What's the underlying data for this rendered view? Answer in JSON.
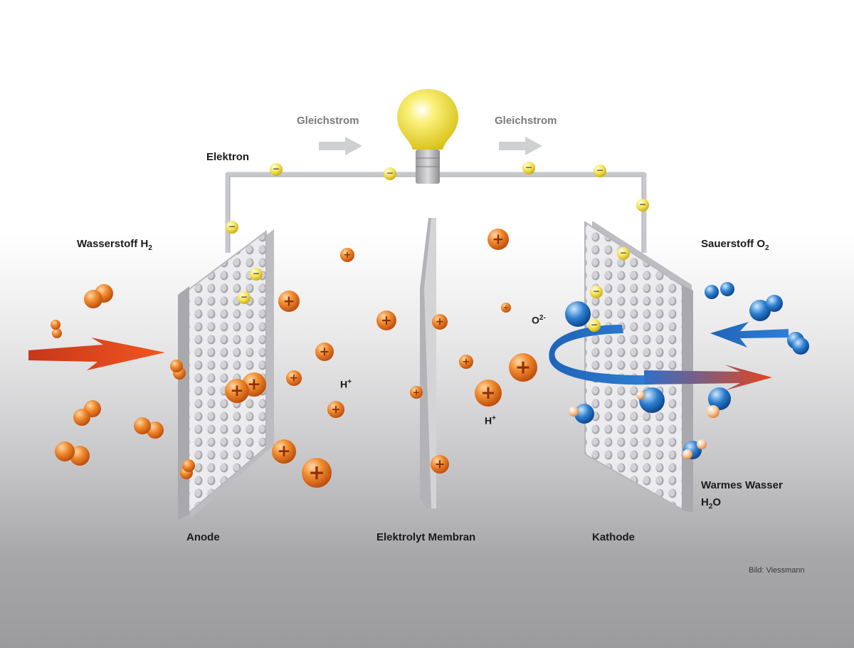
{
  "labels": {
    "dc_left": "Gleichstrom",
    "dc_right": "Gleichstrom",
    "electron": "Elektron",
    "hydrogen": "Wasserstoff H",
    "hydrogen_sub": "2",
    "oxygen": "Sauerstoff O",
    "oxygen_sub": "2",
    "h_plus_1": "H",
    "h_plus_2": "H",
    "h_plus_sup": "+",
    "oxide_ion": "O",
    "oxide_ion_sup": "2-",
    "warm_water": "Warmes Wasser",
    "water_formula_h": "H",
    "water_formula_sub": "2",
    "water_formula_o": "O",
    "anode": "Anode",
    "membrane": "Elektrolyt Membran",
    "cathode": "Kathode",
    "credit": "Bild: Viessmann"
  },
  "symbols": {
    "proton": "+",
    "electron": "−"
  },
  "colors": {
    "proton": "#e8741f",
    "electron": "#f3e14a",
    "oxygen_atom": "#2b7fd0",
    "hydrogen_in_arrow": "#e2461d",
    "oxygen_flow_arrow": "#1f63b8",
    "wire": "#c6c8cc",
    "bulb": "#f2e02c",
    "plate": "#e7e7ea"
  },
  "icons": {
    "light_bulb": "light-bulb-icon",
    "dc_arrow": "right-arrow-icon"
  }
}
